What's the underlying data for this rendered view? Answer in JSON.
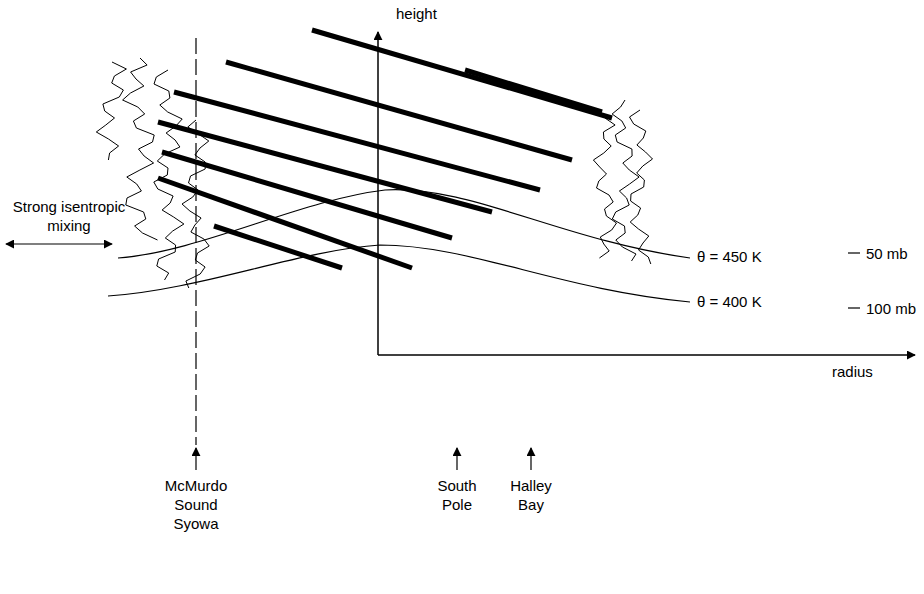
{
  "diagram": {
    "labels": [
      "height",
      "Strong isentropic mixing",
      "50 mb",
      "θ = 450 K",
      "θ = 400 K",
      "100 mb",
      "radius",
      "McMurdo Sound Syowa",
      "South Pole",
      "Halley Bay"
    ]
  }
}
